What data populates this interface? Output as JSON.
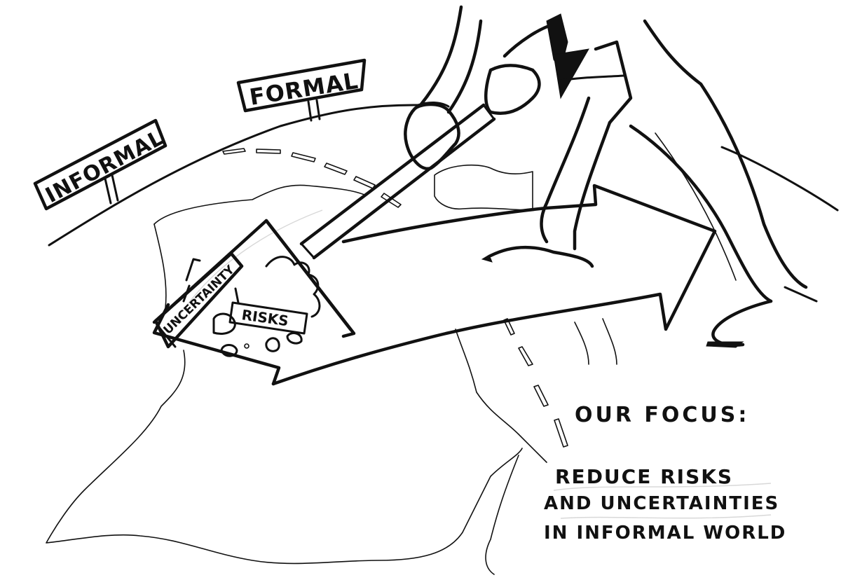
{
  "illustration": {
    "description": "Hand-drawn sketch of a person sweeping uncertainty and risks off a road with a push broom",
    "colors": {
      "ink": "#111111",
      "paper": "#ffffff",
      "faint": "#d8d8d8"
    }
  },
  "signs": {
    "informal": "INFORMAL",
    "formal": "FORMAL"
  },
  "broom": {
    "head_label": "UNCERTAINTY",
    "debris_label": "RISKS"
  },
  "caption": {
    "title": "OUR FOCUS:",
    "lines": [
      "REDUCE RISKS",
      "AND UNCERTAINTIES",
      "IN INFORMAL WORLD"
    ]
  }
}
